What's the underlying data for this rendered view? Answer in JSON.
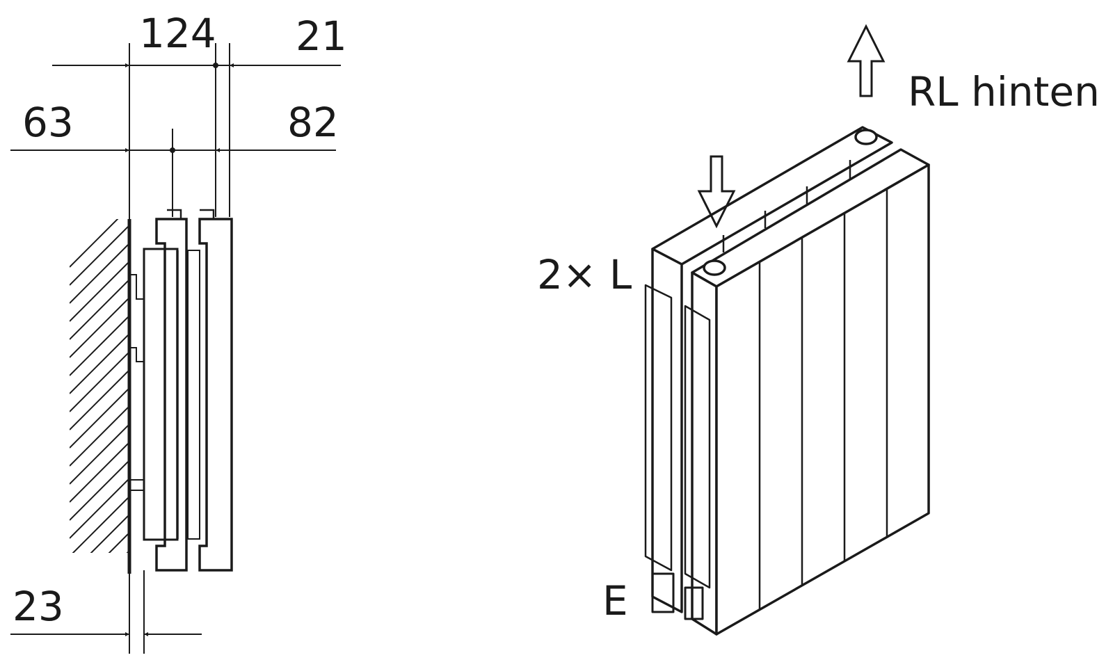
{
  "side_view": {
    "dimensions": {
      "top_width": "124",
      "top_offset": "21",
      "left_offset": "63",
      "connection_distance": "82",
      "wall_distance": "23"
    }
  },
  "iso_view": {
    "return_label": "RL hinten",
    "connection_label": "2× L",
    "drain_label": "E"
  }
}
